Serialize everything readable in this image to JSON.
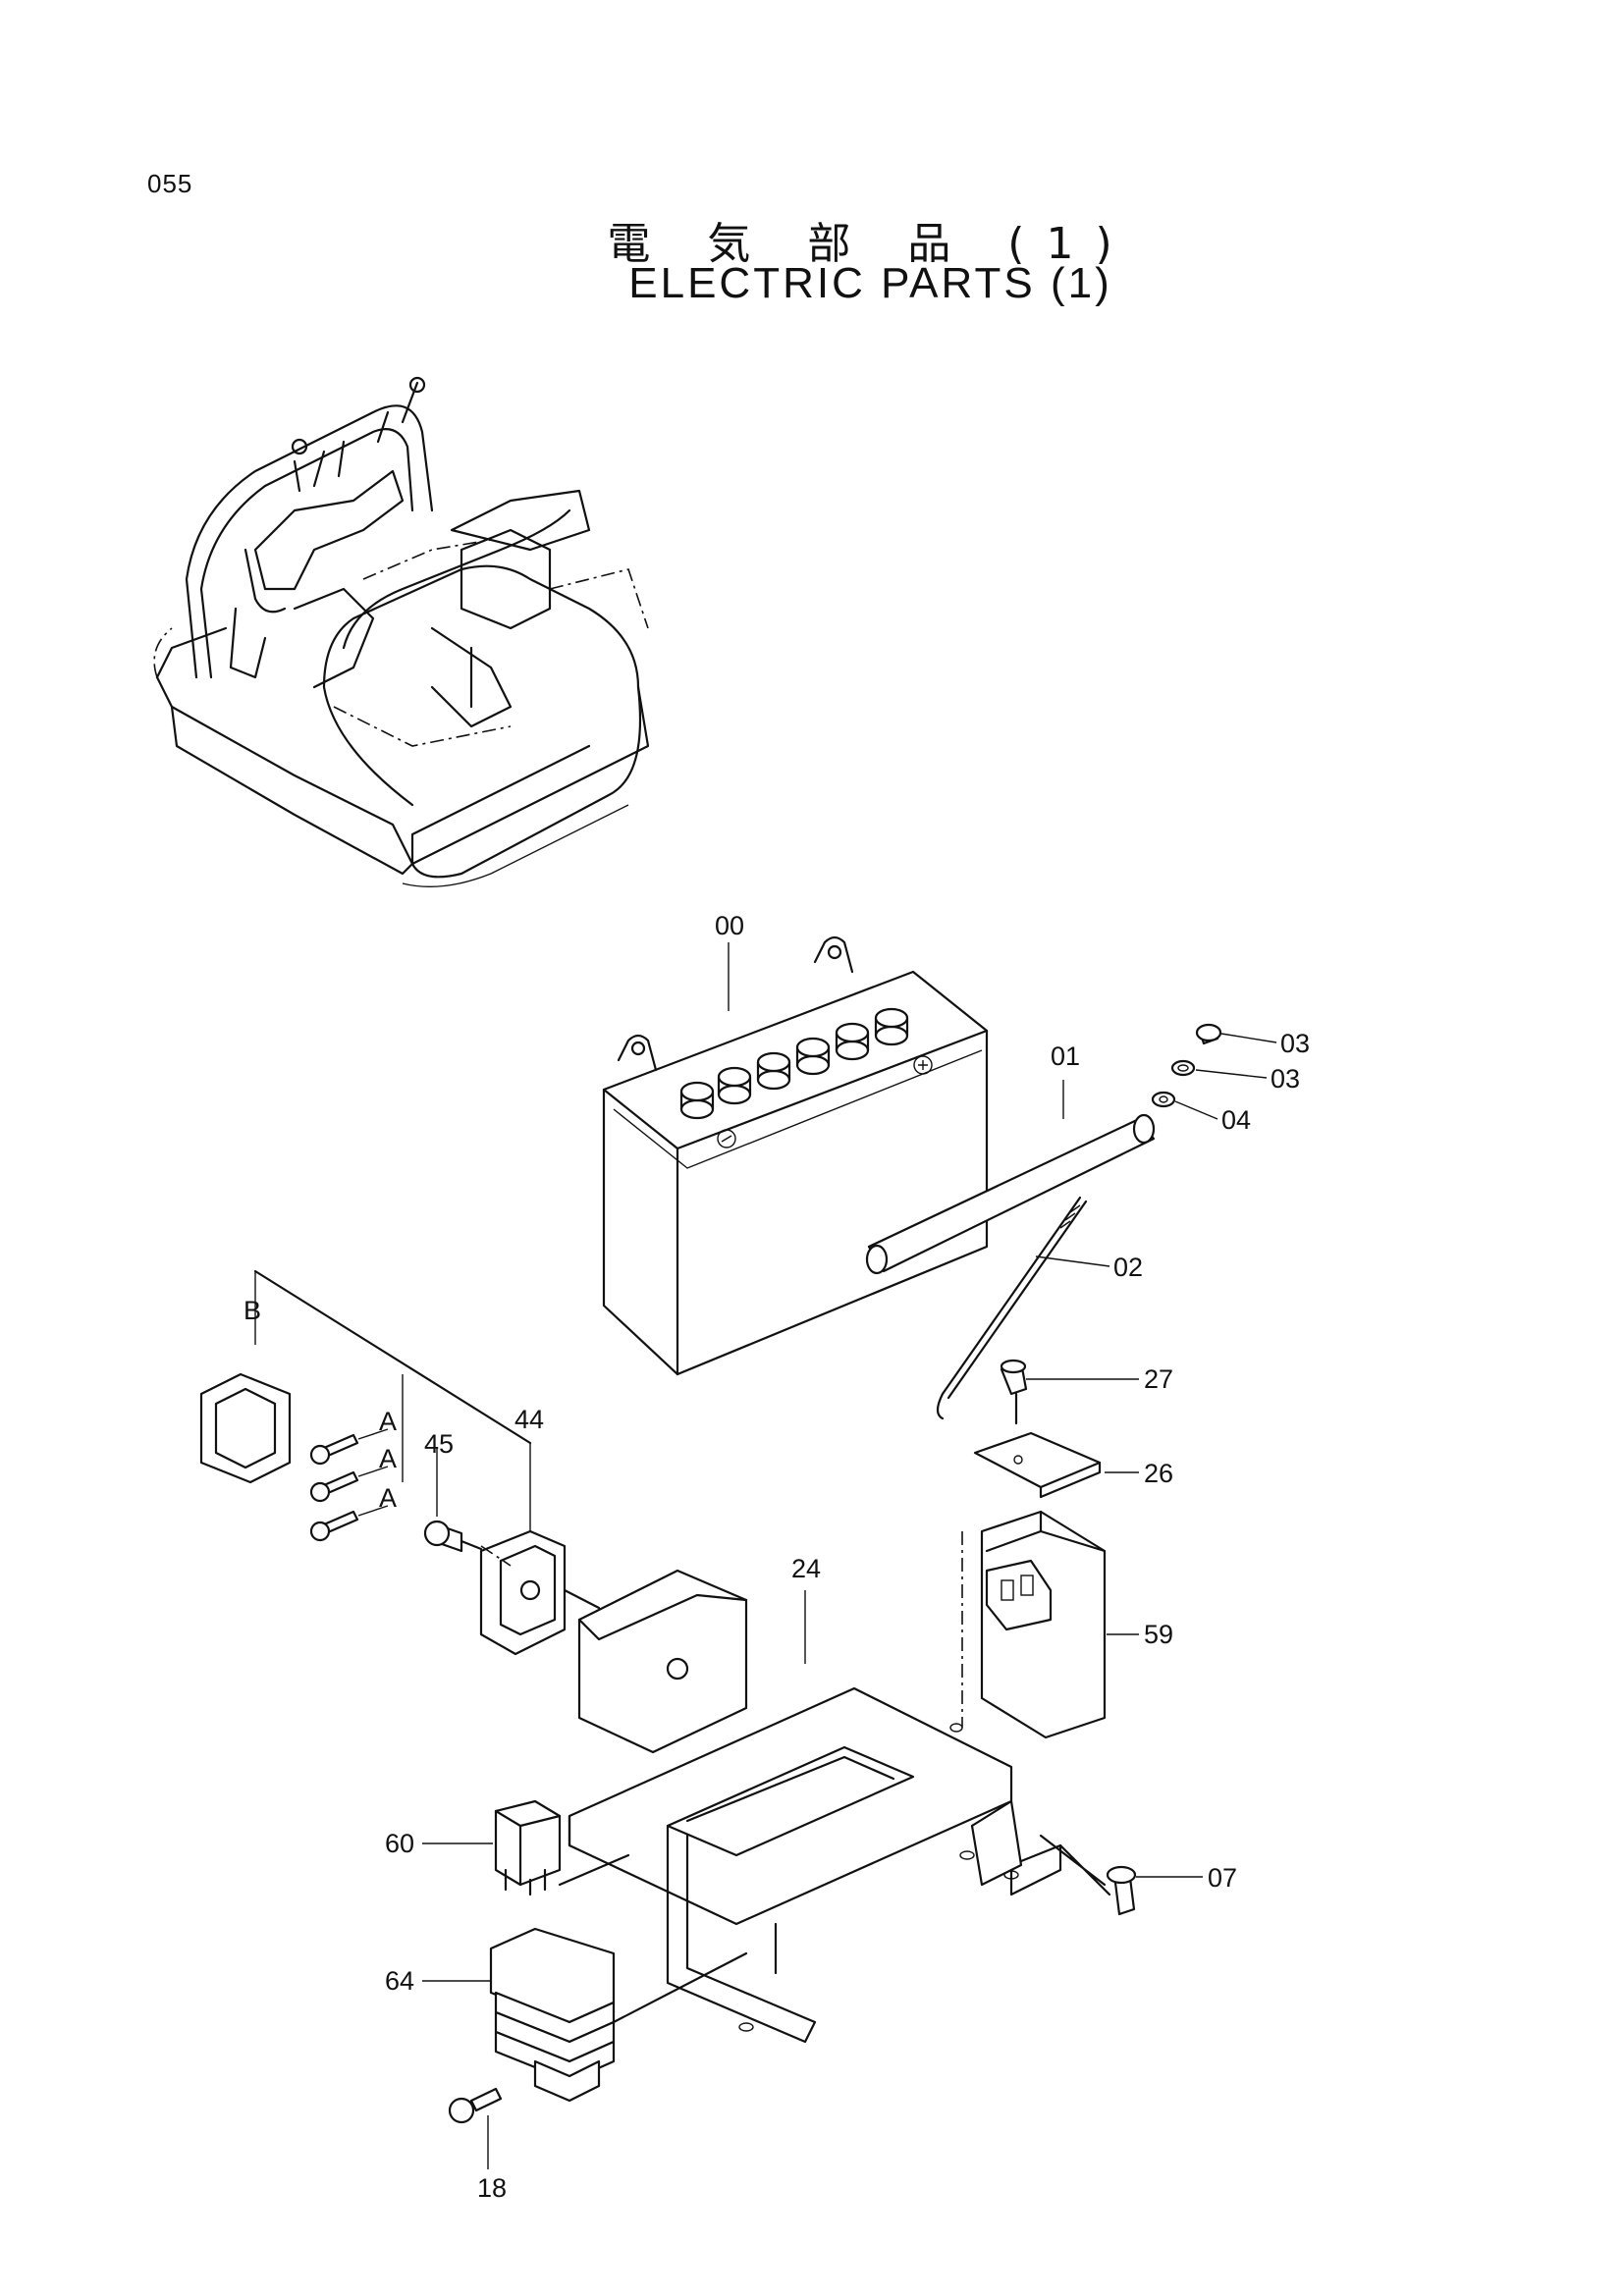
{
  "page_number": "055",
  "title_ja": "電 気 部 品 (1)",
  "title_en": "ELECTRIC PARTS (1)",
  "callouts": {
    "c00": "00",
    "c01": "01",
    "c02": "02",
    "c03a": "03",
    "c03b": "03",
    "c04": "04",
    "c07": "07",
    "c18": "18",
    "c24": "24",
    "c26": "26",
    "c27": "27",
    "c44": "44",
    "c45": "45",
    "c59": "59",
    "c60": "60",
    "c64": "64",
    "cA1": "A",
    "cA2": "A",
    "cA3": "A",
    "cB": "B"
  }
}
